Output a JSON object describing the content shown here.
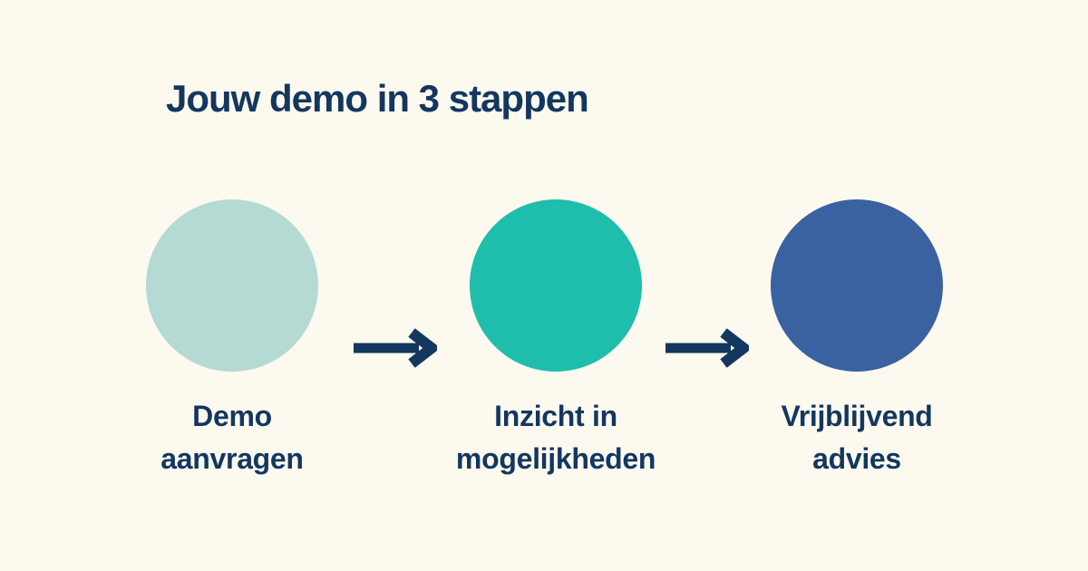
{
  "title": "Jouw demo in 3 stappen",
  "steps": [
    {
      "label": "Demo aanvragen",
      "line1": "Demo",
      "line2": "aanvragen",
      "circle_color": "#B5DAD4"
    },
    {
      "label": "Inzicht in mogelijkheden",
      "line1": "Inzicht in",
      "line2": "mogelijkheden",
      "circle_color": "#1FBDAB"
    },
    {
      "label": "Vrijblijvend advies",
      "line1": "Vrijblijvend",
      "line2": "advies",
      "circle_color": "#3A62A0"
    }
  ],
  "colors": {
    "background": "#FCF9EF",
    "heading_text": "#13375F",
    "label_text": "#13375F",
    "arrow": "#13375F"
  }
}
